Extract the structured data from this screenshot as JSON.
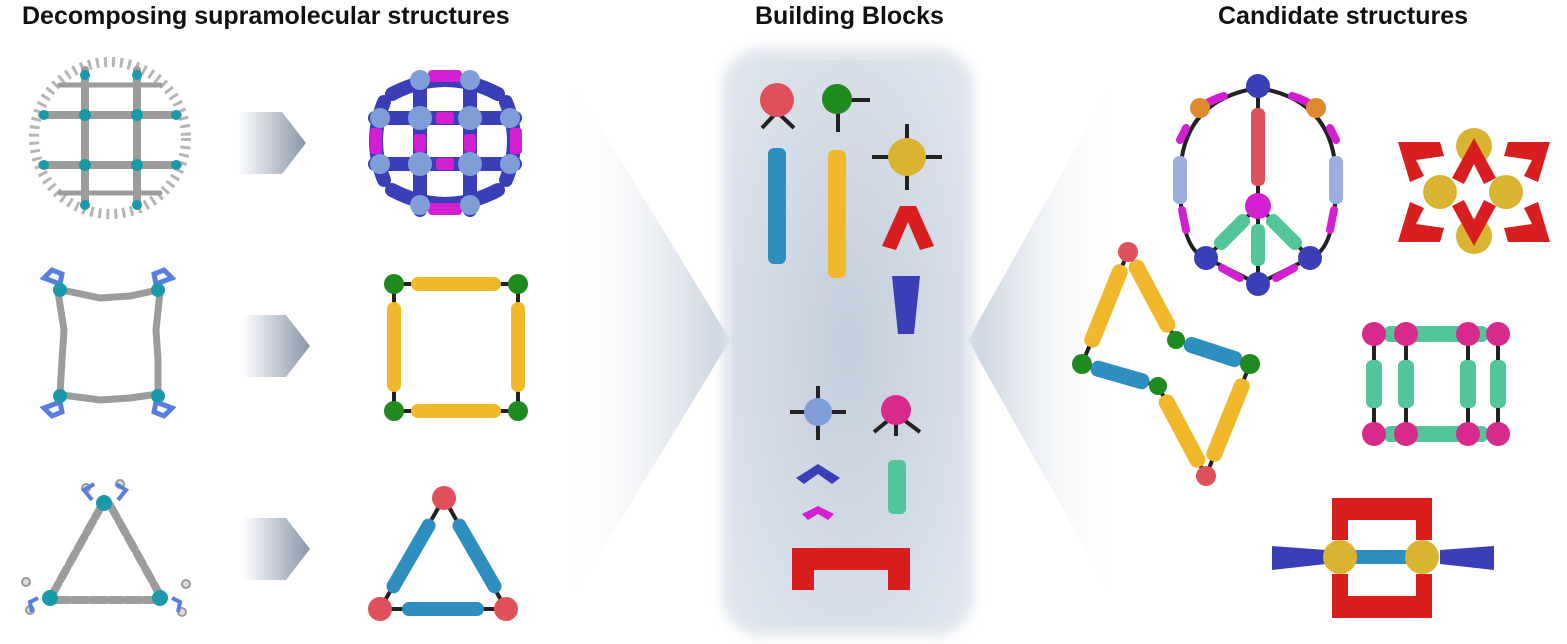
{
  "sections": {
    "left_title": "Decomposing supramolecular structures",
    "middle_title": "Building Blocks",
    "right_title": "Candidate structures"
  },
  "colors": {
    "teal_metal": "#1a9aa8",
    "grey_ligand": "#a8a8a8",
    "nitrogen_blue": "#5a7ee0",
    "blue_sphere": "#7f9ed8",
    "navy": "#3a3fb8",
    "magenta": "#d21fd2",
    "green": "#1f8a1f",
    "yellow_bar": "#f0b82a",
    "blue_bar": "#2e8ec0",
    "salmon": "#e0505a",
    "gold": "#d8b430",
    "red": "#d81e1e",
    "mint": "#52c69a",
    "pink": "#d82a8a",
    "orange": "#e08a30",
    "lavender": "#9aaee0",
    "panel": "#d6dde8"
  },
  "icons": [
    "cage-molecule-icon",
    "cage-model-icon",
    "square-molecule-icon",
    "square-model-icon",
    "triangle-molecule-icon",
    "triangle-model-icon",
    "arrow-icon",
    "building-block-icon",
    "candidate-structure-icon"
  ]
}
